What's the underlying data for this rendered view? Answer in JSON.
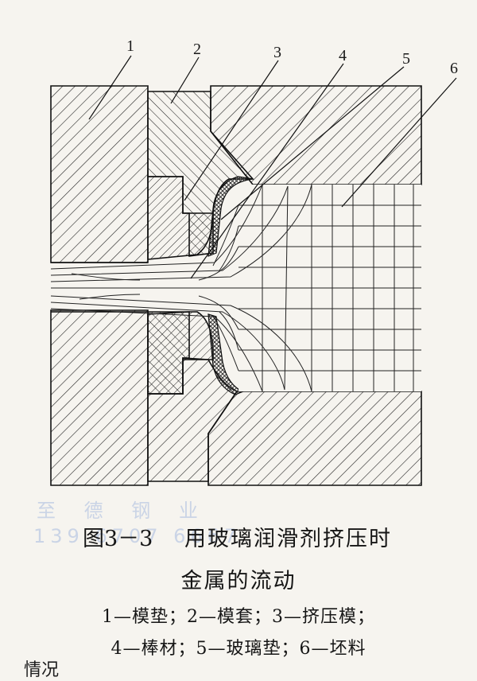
{
  "figure": {
    "number": "图3－3",
    "title_line1": "用玻璃润滑剂挤压时",
    "title_line2": "金属的流动",
    "legend_line1": "1—模垫；2—模套；3—挤压模；",
    "legend_line2": "4—棒材；5—玻璃垫；6—坯料",
    "part_labels": [
      "1",
      "2",
      "3",
      "4",
      "5",
      "6"
    ]
  },
  "watermark": {
    "line1": "至 德 钢 业",
    "line2": "139 6707 6667"
  },
  "cutoff_text": "情况"
}
